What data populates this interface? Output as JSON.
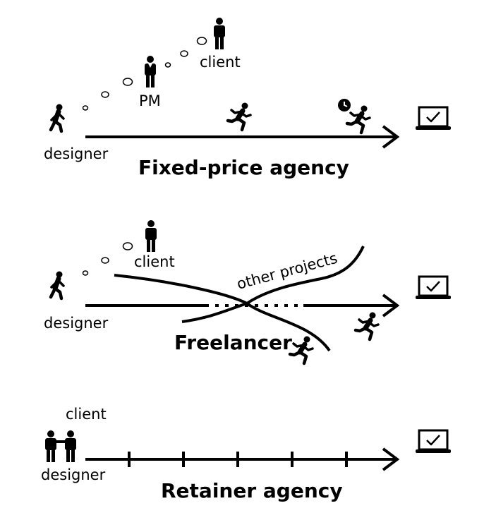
{
  "panels": {
    "fixed": {
      "title": "Fixed-price agency",
      "designer": "designer",
      "pm": "PM",
      "client": "client"
    },
    "freelancer": {
      "title": "Freelancer",
      "designer": "designer",
      "client": "client",
      "other_projects": "other projects"
    },
    "retainer": {
      "title": "Retainer agency",
      "designer": "designer",
      "client": "client"
    }
  },
  "icons": {
    "person": "person-standing-icon",
    "walker": "walking-person-icon",
    "runner": "running-person-icon",
    "clock": "clock-icon",
    "laptop": "laptop-check-icon",
    "handshake": "handshake-icon"
  }
}
